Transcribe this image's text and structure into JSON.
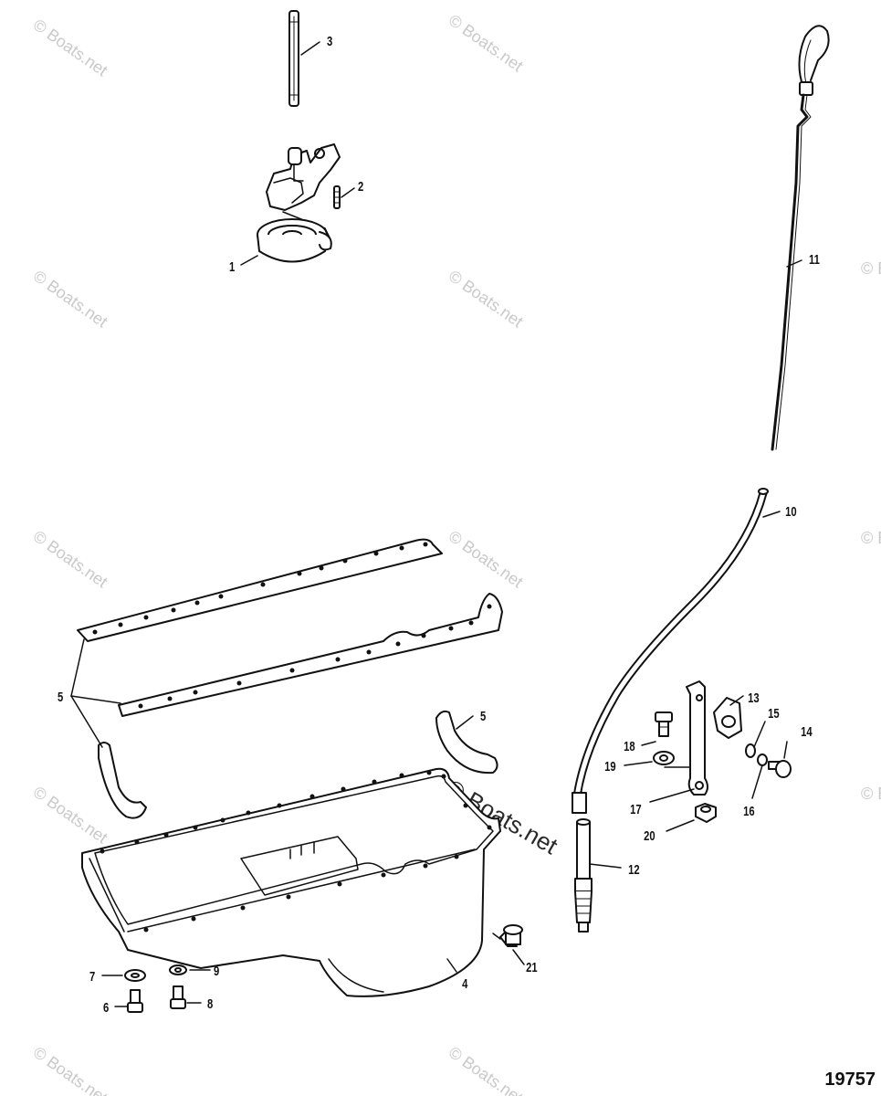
{
  "figure_number": "19757",
  "watermark": "© Boats.net",
  "callouts": {
    "c1": "1",
    "c2": "2",
    "c3": "3",
    "c4": "4",
    "c5a": "5",
    "c5b": "5",
    "c6": "6",
    "c7": "7",
    "c8": "8",
    "c9": "9",
    "c10": "10",
    "c11": "11",
    "c12": "12",
    "c13": "13",
    "c14": "14",
    "c15": "15",
    "c16": "16",
    "c17": "17",
    "c18": "18",
    "c19": "19",
    "c20": "20",
    "c21": "21"
  },
  "colors": {
    "line": "#111111",
    "watermark": "#c9c9c9"
  }
}
